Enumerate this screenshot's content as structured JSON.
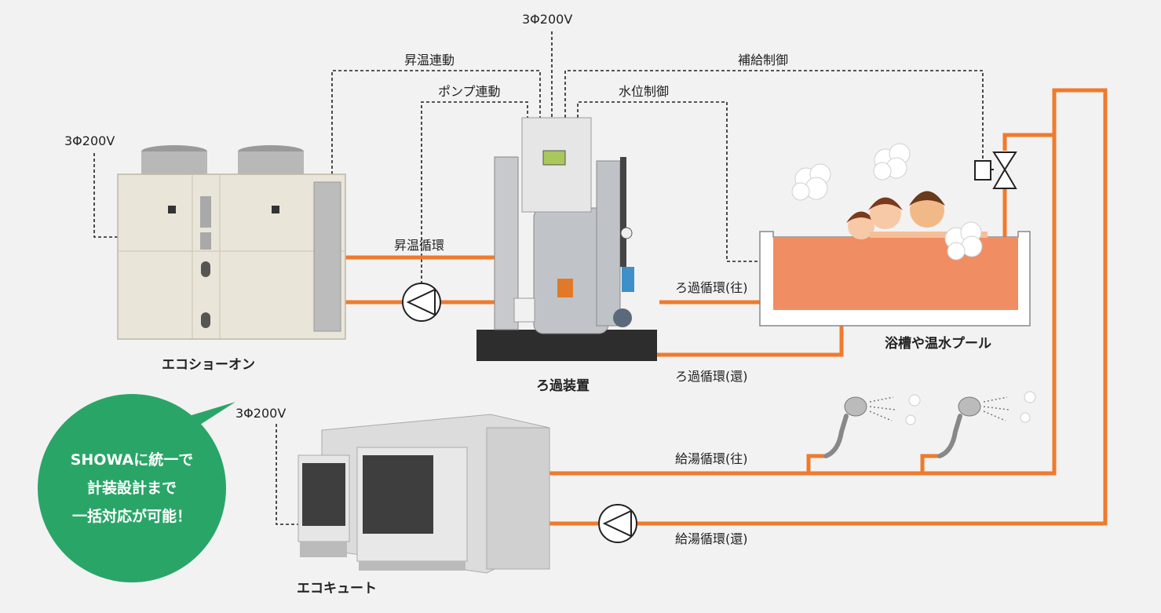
{
  "colors": {
    "pipe": "#f07a2c",
    "control_line": "#222222",
    "bubble": "#2aa568",
    "water": "#f08d62",
    "background": "#f2f2f2"
  },
  "power_labels": {
    "top": "3Φ200V",
    "left": "3Φ200V",
    "bottom": "3Φ200V"
  },
  "control_labels": {
    "heat_link": "昇温連動",
    "pump_link": "ポンプ連動",
    "supply_control": "補給制御",
    "level_control": "水位制御"
  },
  "circulation_labels": {
    "heat_circulation": "昇温循環",
    "filter_out": "ろ過循環(往)",
    "filter_return": "ろ過循環(還)",
    "hot_out": "給湯循環(往)",
    "hot_return": "給湯循環(還)"
  },
  "equipment_labels": {
    "eco_shoon": "エコショーオン",
    "filter_unit": "ろ過装置",
    "bath": "浴槽や温水プール",
    "eco_cute": "エコキュート"
  },
  "bubble": {
    "line1": "SHOWAに統一で",
    "line2": "計装設計まで",
    "line3": "一括対応が可能！"
  }
}
